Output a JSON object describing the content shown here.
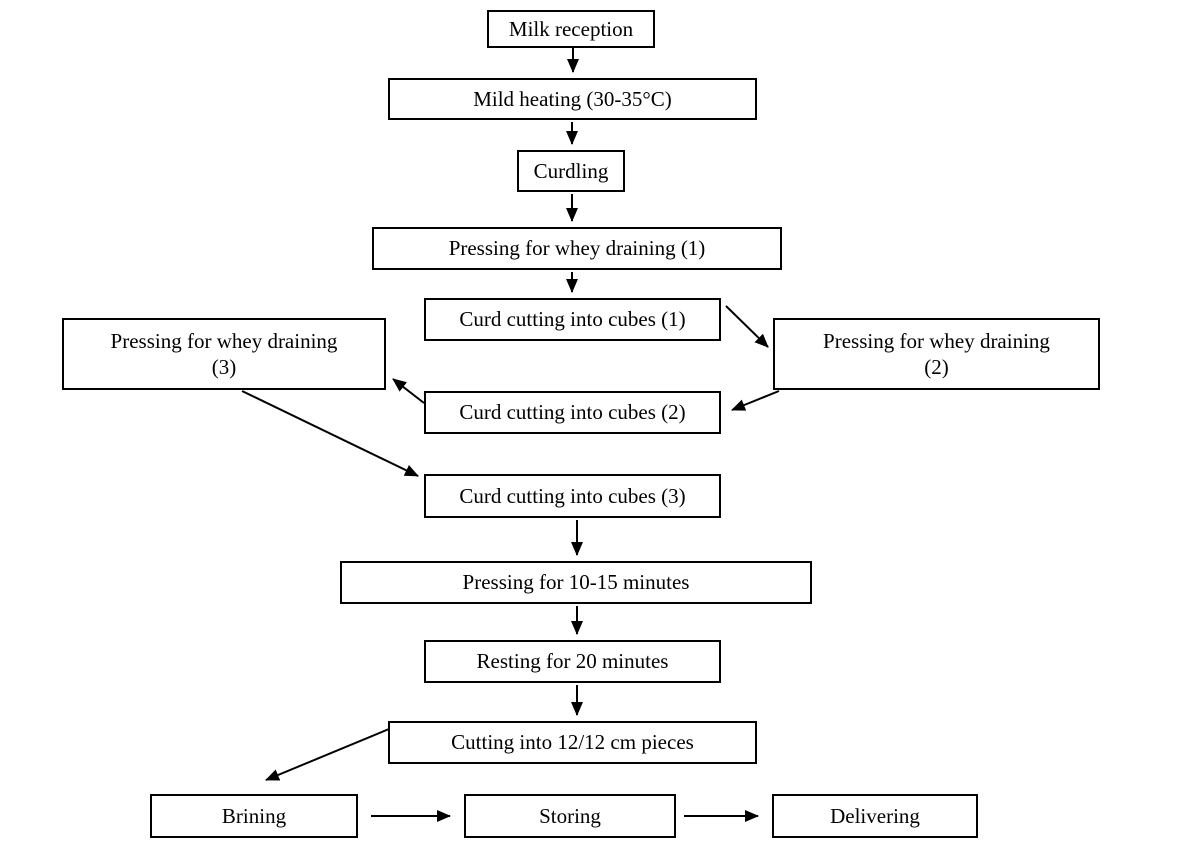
{
  "diagram": {
    "type": "flowchart",
    "colors": {
      "box_border": "#000000",
      "box_background": "#ffffff",
      "text": "#000000",
      "arrow": "#000000",
      "page_background": "#ffffff"
    },
    "nodes": {
      "milk_reception": {
        "label": "Milk reception"
      },
      "mild_heating": {
        "label": "Mild heating (30-35°C)"
      },
      "curdling": {
        "label": "Curdling"
      },
      "pressing_whey_1": {
        "label": "Pressing for whey draining (1)"
      },
      "curd_cutting_1": {
        "label": "Curd cutting into cubes (1)"
      },
      "pressing_whey_2": {
        "label": "Pressing for whey draining\n(2)"
      },
      "pressing_whey_3": {
        "label": "Pressing for whey draining\n(3)"
      },
      "curd_cutting_2": {
        "label": "Curd cutting into cubes (2)"
      },
      "curd_cutting_3": {
        "label": "Curd cutting into cubes (3)"
      },
      "pressing_10_15": {
        "label": "Pressing for 10-15 minutes"
      },
      "resting_20": {
        "label": "Resting for 20 minutes"
      },
      "cutting_pieces": {
        "label": "Cutting into 12/12 cm pieces"
      },
      "brining": {
        "label": "Brining"
      },
      "storing": {
        "label": "Storing"
      },
      "delivering": {
        "label": "Delivering"
      }
    },
    "edges": [
      {
        "from": "milk_reception",
        "to": "mild_heating"
      },
      {
        "from": "mild_heating",
        "to": "curdling"
      },
      {
        "from": "curdling",
        "to": "pressing_whey_1"
      },
      {
        "from": "pressing_whey_1",
        "to": "curd_cutting_1"
      },
      {
        "from": "curd_cutting_1",
        "to": "pressing_whey_2"
      },
      {
        "from": "pressing_whey_2",
        "to": "curd_cutting_2"
      },
      {
        "from": "curd_cutting_2",
        "to": "pressing_whey_3"
      },
      {
        "from": "pressing_whey_3",
        "to": "curd_cutting_3"
      },
      {
        "from": "curd_cutting_3",
        "to": "pressing_10_15"
      },
      {
        "from": "pressing_10_15",
        "to": "resting_20"
      },
      {
        "from": "resting_20",
        "to": "cutting_pieces"
      },
      {
        "from": "cutting_pieces",
        "to": "brining"
      },
      {
        "from": "brining",
        "to": "storing"
      },
      {
        "from": "storing",
        "to": "delivering"
      }
    ]
  }
}
